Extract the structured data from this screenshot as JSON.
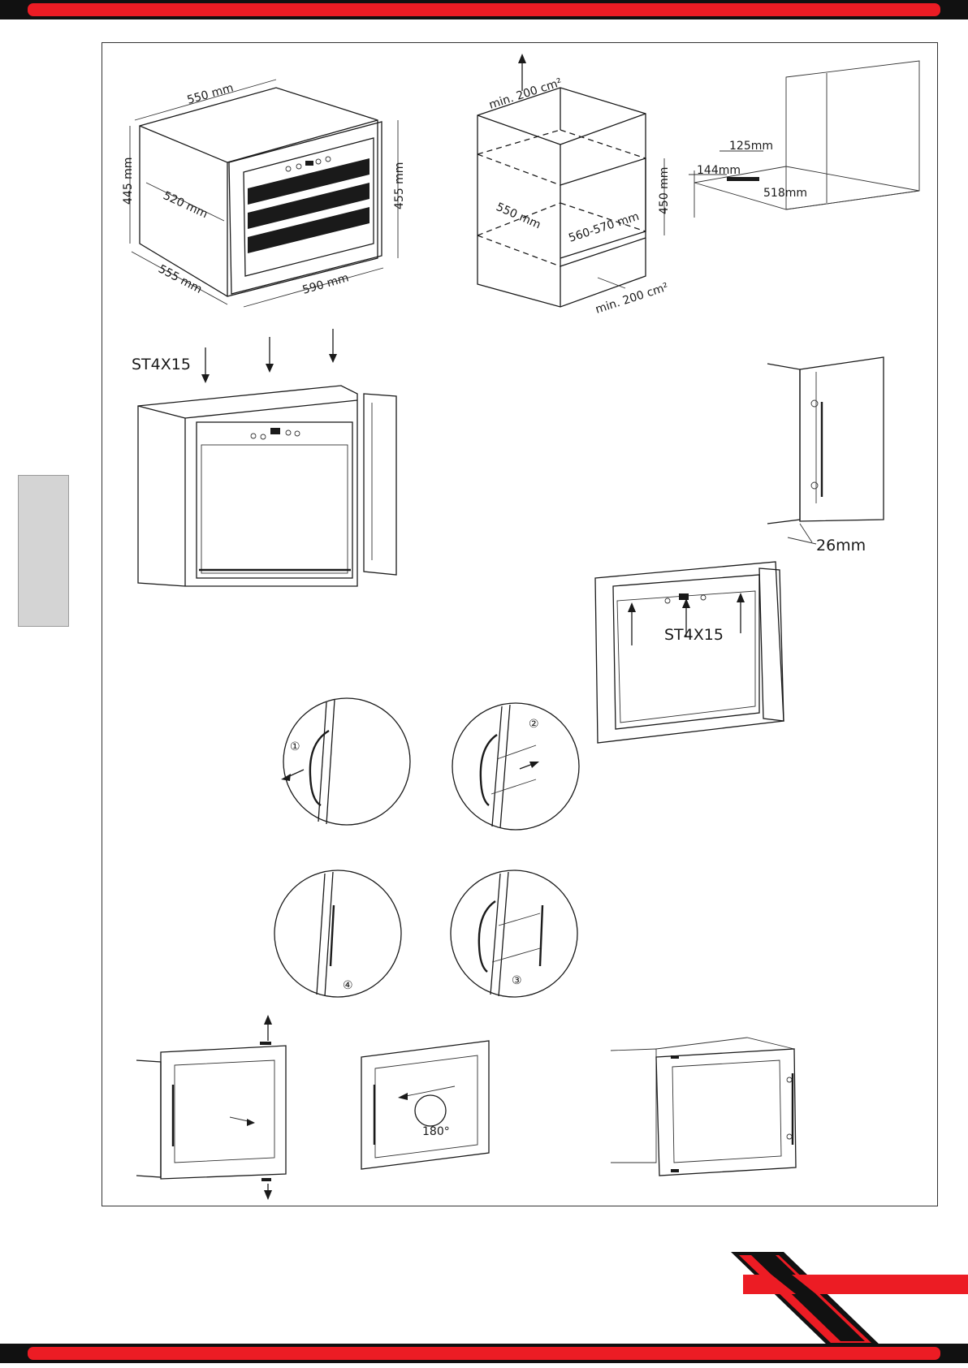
{
  "dimensions": {
    "width_top": "550 mm",
    "height_left": "445 mm",
    "depth_inner": "520 mm",
    "depth_bottom": "555 mm",
    "width_front": "590 mm",
    "height_front": "455 mm"
  },
  "niche": {
    "vent_top": "min. 200 cm²",
    "depth": "550 mm",
    "width": "560-570 mm",
    "height": "450 mm",
    "vent_bottom": "min. 200 cm²"
  },
  "bracket": {
    "width": "125mm",
    "offset": "144mm",
    "depth": "518mm"
  },
  "screws": {
    "top_label": "ST4X15",
    "front_label": "ST4X15"
  },
  "door_gap": "26mm",
  "handle_steps": [
    "①",
    "②",
    "③",
    "④"
  ],
  "rotate_label": "180°",
  "colors": {
    "accent_red": "#ec1c24",
    "bar_black": "#111111",
    "tab_gray": "#d4d4d4"
  }
}
